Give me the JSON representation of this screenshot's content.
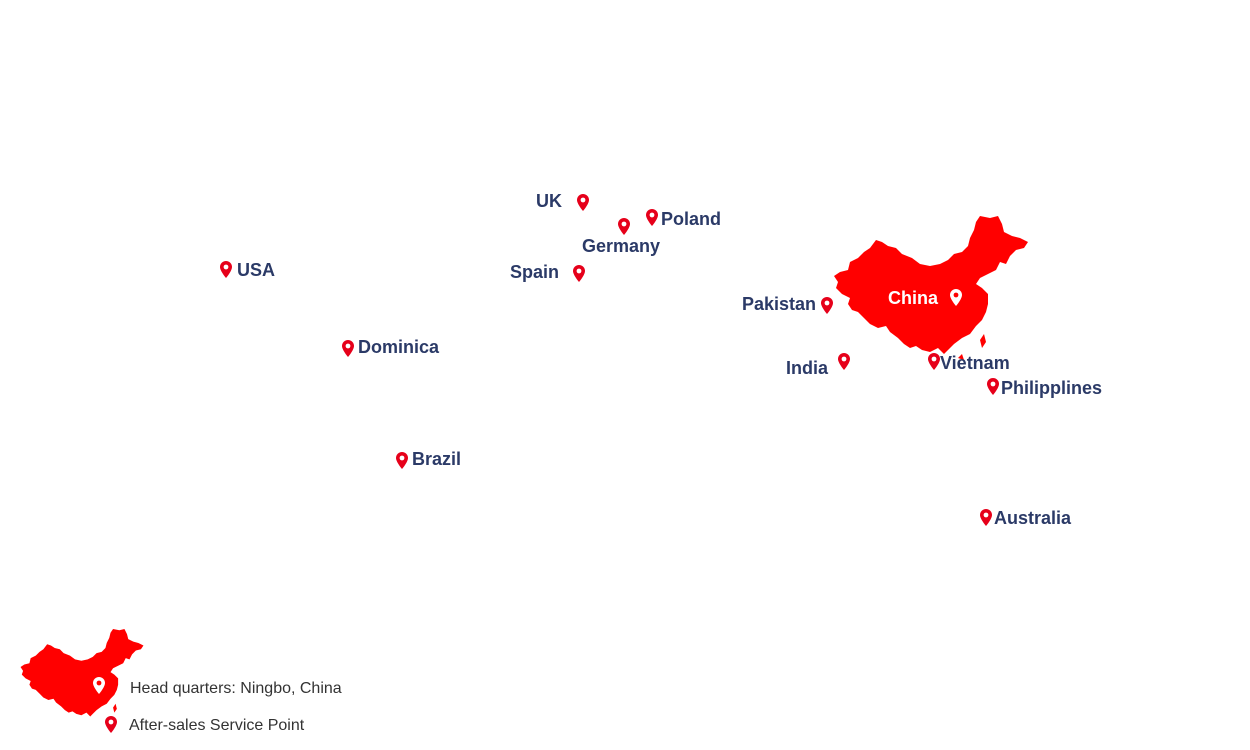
{
  "colors": {
    "label": "#2b3a67",
    "pin": "#e6001a",
    "china": "#ff0000",
    "china_label": "#ffffff",
    "legend_text": "#333333"
  },
  "map": {
    "headquarters_label": "China",
    "locations": [
      {
        "id": "usa",
        "name": "USA"
      },
      {
        "id": "dominica",
        "name": "Dominica"
      },
      {
        "id": "brazil",
        "name": "Brazil"
      },
      {
        "id": "uk",
        "name": "UK"
      },
      {
        "id": "poland",
        "name": "Poland"
      },
      {
        "id": "germany",
        "name": "Germany"
      },
      {
        "id": "spain",
        "name": "Spain"
      },
      {
        "id": "pakistan",
        "name": "Pakistan"
      },
      {
        "id": "india",
        "name": "India"
      },
      {
        "id": "vietnam",
        "name": "Vietnam"
      },
      {
        "id": "philippines",
        "name": "Philipplines"
      },
      {
        "id": "australia",
        "name": "Australia"
      }
    ]
  },
  "legend": {
    "headquarters": "Head quarters: Ningbo, China",
    "service_point": "After-sales Service Point"
  },
  "icons": {
    "pin": "map-pin-icon",
    "china": "china-silhouette"
  }
}
